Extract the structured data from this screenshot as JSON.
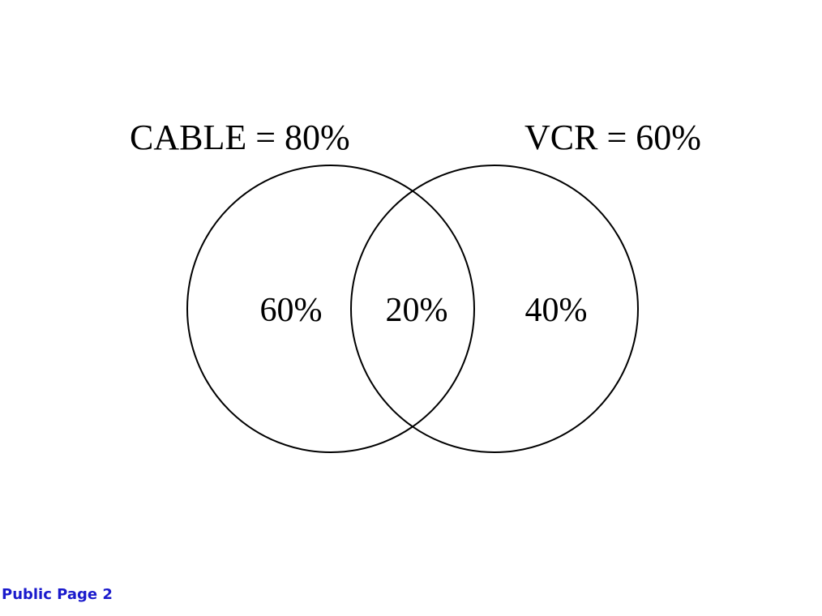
{
  "slide": {
    "sets": {
      "cable": {
        "label": "CABLE = 80%"
      },
      "vcr": {
        "label": "VCR = 60%"
      }
    },
    "regions": {
      "cable_only": "60%",
      "both": "20%",
      "vcr_only": "40%"
    },
    "colors": {
      "stroke": "#000000",
      "text": "#000000",
      "footer": "#1a1acc"
    }
  },
  "footer": {
    "text": "Public Page 2"
  }
}
